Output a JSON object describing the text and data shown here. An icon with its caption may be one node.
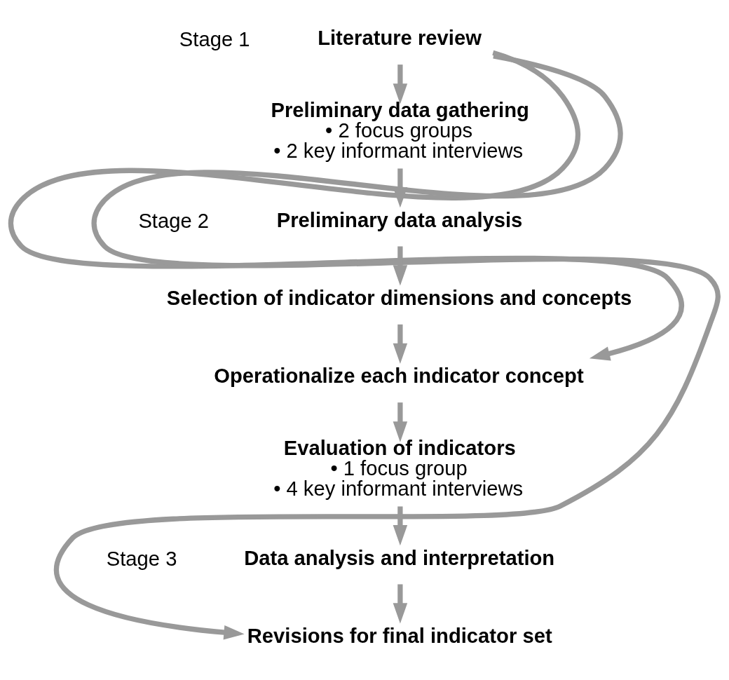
{
  "diagram": {
    "nodes": [
      {
        "text": [
          "Literature review"
        ]
      },
      {
        "text": [
          "Preliminary data gathering",
          "• 2 focus groups",
          "• 2 key informant interviews"
        ]
      },
      {
        "text": [
          "Preliminary data analysis"
        ]
      },
      {
        "text": [
          "Selection of indicator dimensions and concepts"
        ]
      },
      {
        "text": [
          "Operationalize each indicator concept"
        ]
      },
      {
        "text": [
          "Evaluation of indicators",
          "• 1 focus group",
          "• 4 key informant interviews"
        ]
      },
      {
        "text": [
          "Data analysis and interpretation"
        ]
      },
      {
        "text": [
          "Revisions for final indicator set"
        ]
      }
    ],
    "edges": [
      {
        "from": 0,
        "to": 1,
        "arrow": "to"
      },
      {
        "from": 1,
        "to": 2,
        "arrow": "to"
      },
      {
        "from": 2,
        "to": 3,
        "arrow": "to"
      },
      {
        "from": 3,
        "to": 4,
        "arrow": "to"
      },
      {
        "from": 4,
        "to": 5,
        "arrow": "to"
      },
      {
        "from": 5,
        "to": 6,
        "arrow": "to"
      },
      {
        "from": 6,
        "to": 7,
        "arrow": "to"
      },
      {
        "from": 0,
        "to": 4,
        "arrow": "to"
      },
      {
        "from": 0,
        "to": 7,
        "arrow": "to"
      }
    ],
    "labels": [
      "Stage 1",
      "Stage 2",
      "Stage 3"
    ]
  }
}
